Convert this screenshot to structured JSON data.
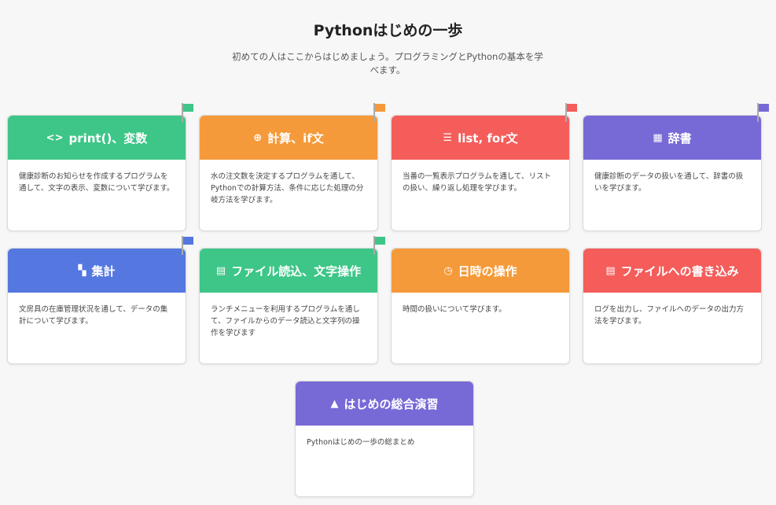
{
  "header": {
    "title": "Pythonはじめの一歩",
    "subtitle": "初めての人はここからはじめましょう。プログラミングとPythonの基本を学べます。"
  },
  "colors": {
    "green": "#3dc687",
    "orange": "#f59a3a",
    "red": "#f45d5a",
    "purple": "#7769d6",
    "blue": "#5477e0"
  },
  "cards": [
    {
      "title": "print()、変数",
      "icon": "code-icon",
      "description": "健康診断のお知らせを作成するプログラムを通して、文字の表示、変数について学びます。"
    },
    {
      "title": "計算、if文",
      "icon": "plus-circle-icon",
      "description": "水の注文数を決定するプログラムを通して、Pythonでの計算方法、条件に応じた処理の分岐方法を学びます。"
    },
    {
      "title": "list, for文",
      "icon": "list-icon",
      "description": "当番の一覧表示プログラムを通して、リストの扱い、繰り返し処理を学びます。"
    },
    {
      "title": "辞書",
      "icon": "checker-icon",
      "description": "健康診断のデータの扱いを通して、辞書の扱いを学びます。"
    },
    {
      "title": "集計",
      "icon": "book-icon",
      "description": "文房具の在庫管理状況を通して、データの集計について学びます。"
    },
    {
      "title": "ファイル読込、文字操作",
      "icon": "file-icon",
      "description": "ランチメニューを利用するプログラムを通して、ファイルからのデータ読込と文字列の操作を学びます"
    },
    {
      "title": "日時の操作",
      "icon": "clock-icon",
      "description": "時間の扱いについて学びます。"
    },
    {
      "title": "ファイルへの書き込み",
      "icon": "file-icon",
      "description": "ログを出力し、ファイルへのデータの出力方法を学びます。"
    },
    {
      "title": "はじめの総合演習",
      "icon": "mountain-icon",
      "description": "Pythonはじめの一歩の総まとめ"
    }
  ]
}
